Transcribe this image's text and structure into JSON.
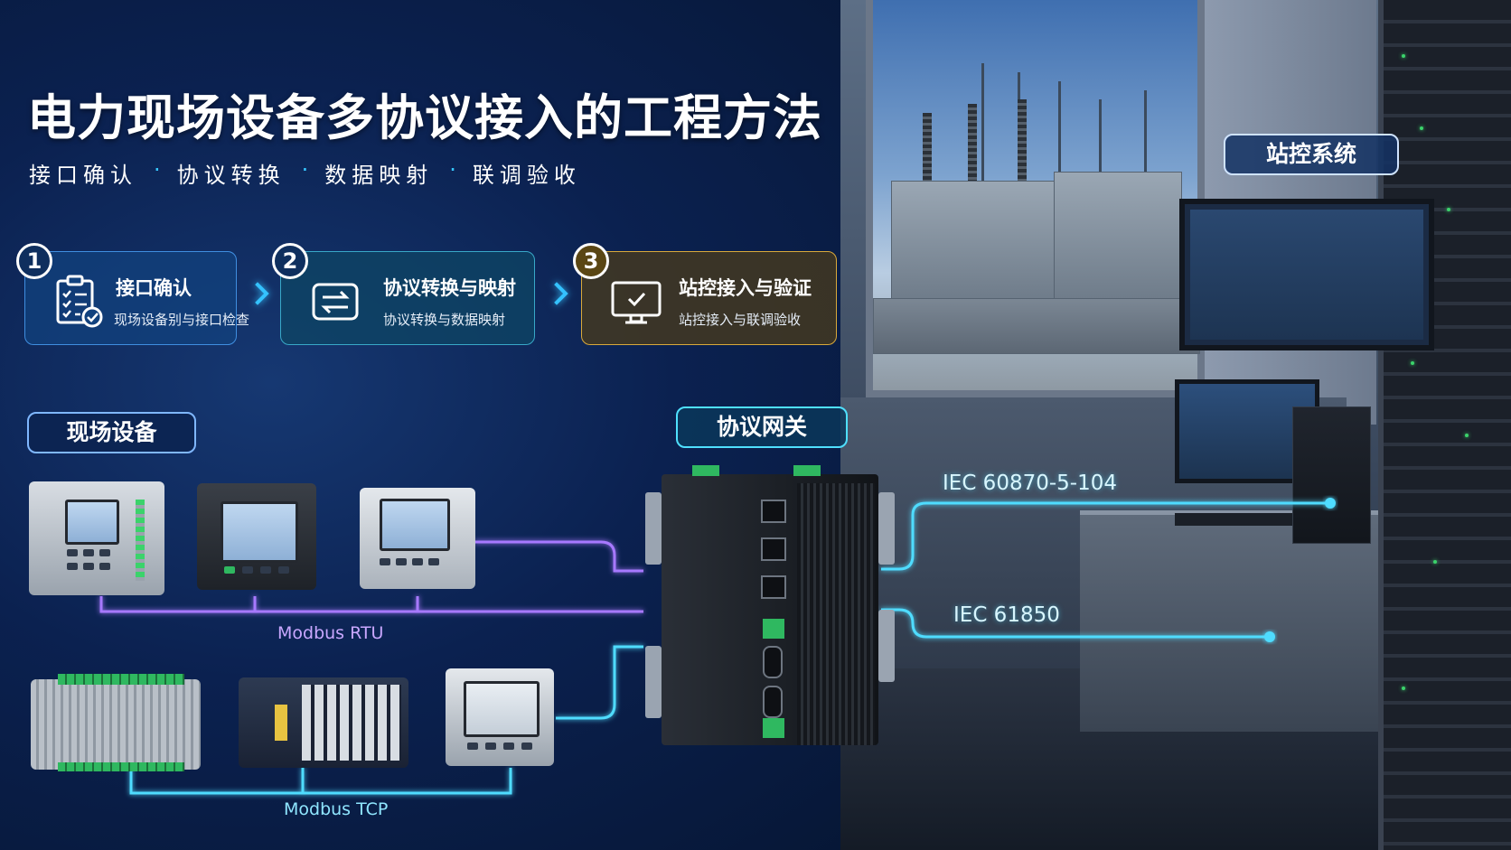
{
  "title": "电力现场设备多协议接入的工程方法",
  "subtitle": [
    "接口确认",
    "协议转换",
    "数据映射",
    "联调验收"
  ],
  "steps": [
    {
      "num": "1",
      "title": "接口确认",
      "desc": "现场设备别与接口检查"
    },
    {
      "num": "2",
      "title": "协议转换与映射",
      "desc": "协议转换与数据映射"
    },
    {
      "num": "3",
      "title": "站控接入与验证",
      "desc": "站控接入与联调验收"
    }
  ],
  "labels": {
    "field_devices": "现场设备",
    "gateway": "协议网关",
    "station_control": "站控系统"
  },
  "protocols": {
    "modbus_rtu": "Modbus RTU",
    "modbus_tcp": "Modbus TCP",
    "iec104": "IEC 60870-5-104",
    "iec61850": "IEC 61850"
  },
  "colors": {
    "rtu_line": "#a779ff",
    "tcp_line": "#4fdcff",
    "iec_line": "#4fdcff",
    "step3_accent": "#d9a93a"
  },
  "icons": {
    "step1": "checklist-icon",
    "step2": "convert-arrows-icon",
    "step3": "monitor-check-icon"
  }
}
